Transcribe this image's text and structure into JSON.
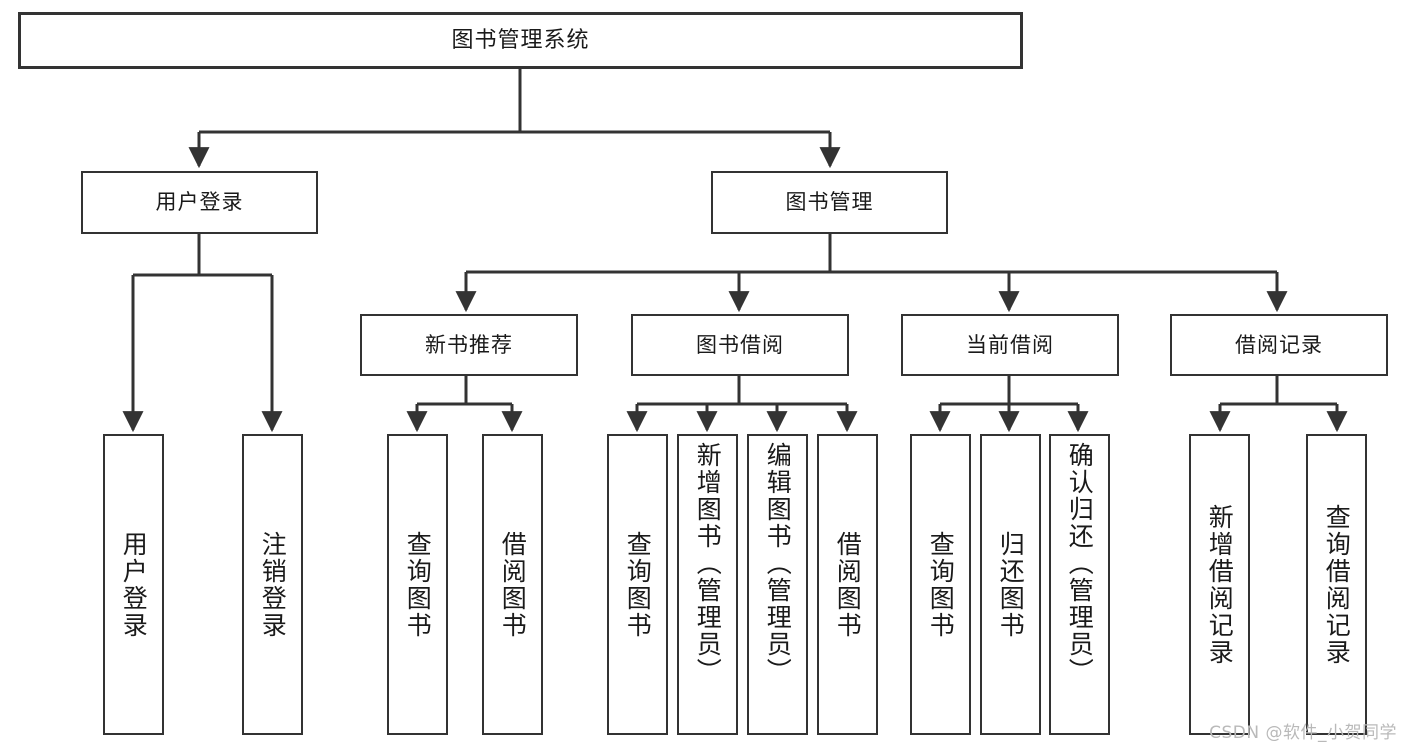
{
  "diagram": {
    "title": "图书管理系统",
    "type": "tree",
    "watermark": "CSDN @软件_小贺同学",
    "colors": {
      "box_border": "#333333",
      "box_fill": "#ffffff",
      "line": "#333333",
      "text": "#1a1a1a",
      "watermark": "#b9b9b9",
      "background": "#ffffff"
    },
    "root": {
      "label": "图书管理系统"
    },
    "level2": [
      {
        "id": "user-login",
        "label": "用户登录"
      },
      {
        "id": "book-manage",
        "label": "图书管理"
      }
    ],
    "level3": [
      {
        "id": "new-book-recommend",
        "label": "新书推荐"
      },
      {
        "id": "book-borrow",
        "label": "图书借阅"
      },
      {
        "id": "current-borrow",
        "label": "当前借阅"
      },
      {
        "id": "borrow-record",
        "label": "借阅记录"
      }
    ],
    "leaves": {
      "user_login": [
        {
          "id": "leaf-user-login",
          "label": "用户登录"
        },
        {
          "id": "leaf-logout",
          "label": "注销登录"
        }
      ],
      "new_book_recommend": [
        {
          "id": "leaf-query-book-1",
          "label": "查询图书"
        },
        {
          "id": "leaf-borrow-book-1",
          "label": "借阅图书"
        }
      ],
      "book_borrow": [
        {
          "id": "leaf-query-book-2",
          "label": "查询图书"
        },
        {
          "id": "leaf-add-book",
          "label": "新增图书（管理员）"
        },
        {
          "id": "leaf-edit-book",
          "label": "编辑图书（管理员）"
        },
        {
          "id": "leaf-borrow-book-2",
          "label": "借阅图书"
        }
      ],
      "current_borrow": [
        {
          "id": "leaf-query-book-3",
          "label": "查询图书"
        },
        {
          "id": "leaf-return-book",
          "label": "归还图书"
        },
        {
          "id": "leaf-confirm-return",
          "label": "确认归还（管理员）"
        }
      ],
      "borrow_record": [
        {
          "id": "leaf-add-record",
          "label": "新增借阅记录"
        },
        {
          "id": "leaf-query-record",
          "label": "查询借阅记录"
        }
      ]
    }
  }
}
